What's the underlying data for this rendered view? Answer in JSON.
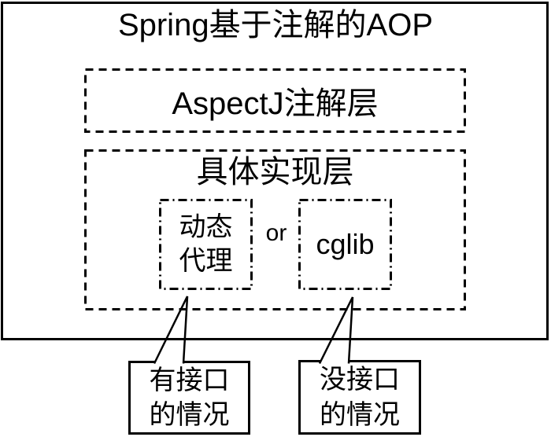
{
  "diagram": {
    "title": "Spring基于注解的AOP",
    "annotation_layer": {
      "label": "AspectJ注解层"
    },
    "implementation_layer": {
      "label": "具体实现层",
      "dynamic_proxy": {
        "line1": "动态",
        "line2": "代理"
      },
      "or_label": "or",
      "cglib": {
        "label": "cglib"
      }
    },
    "callouts": {
      "with_interface": {
        "line1": "有接口",
        "line2": "的情况"
      },
      "without_interface": {
        "line1": "没接口",
        "line2": "的情况"
      }
    },
    "colors": {
      "stroke": "#000000",
      "background": "#ffffff"
    }
  }
}
